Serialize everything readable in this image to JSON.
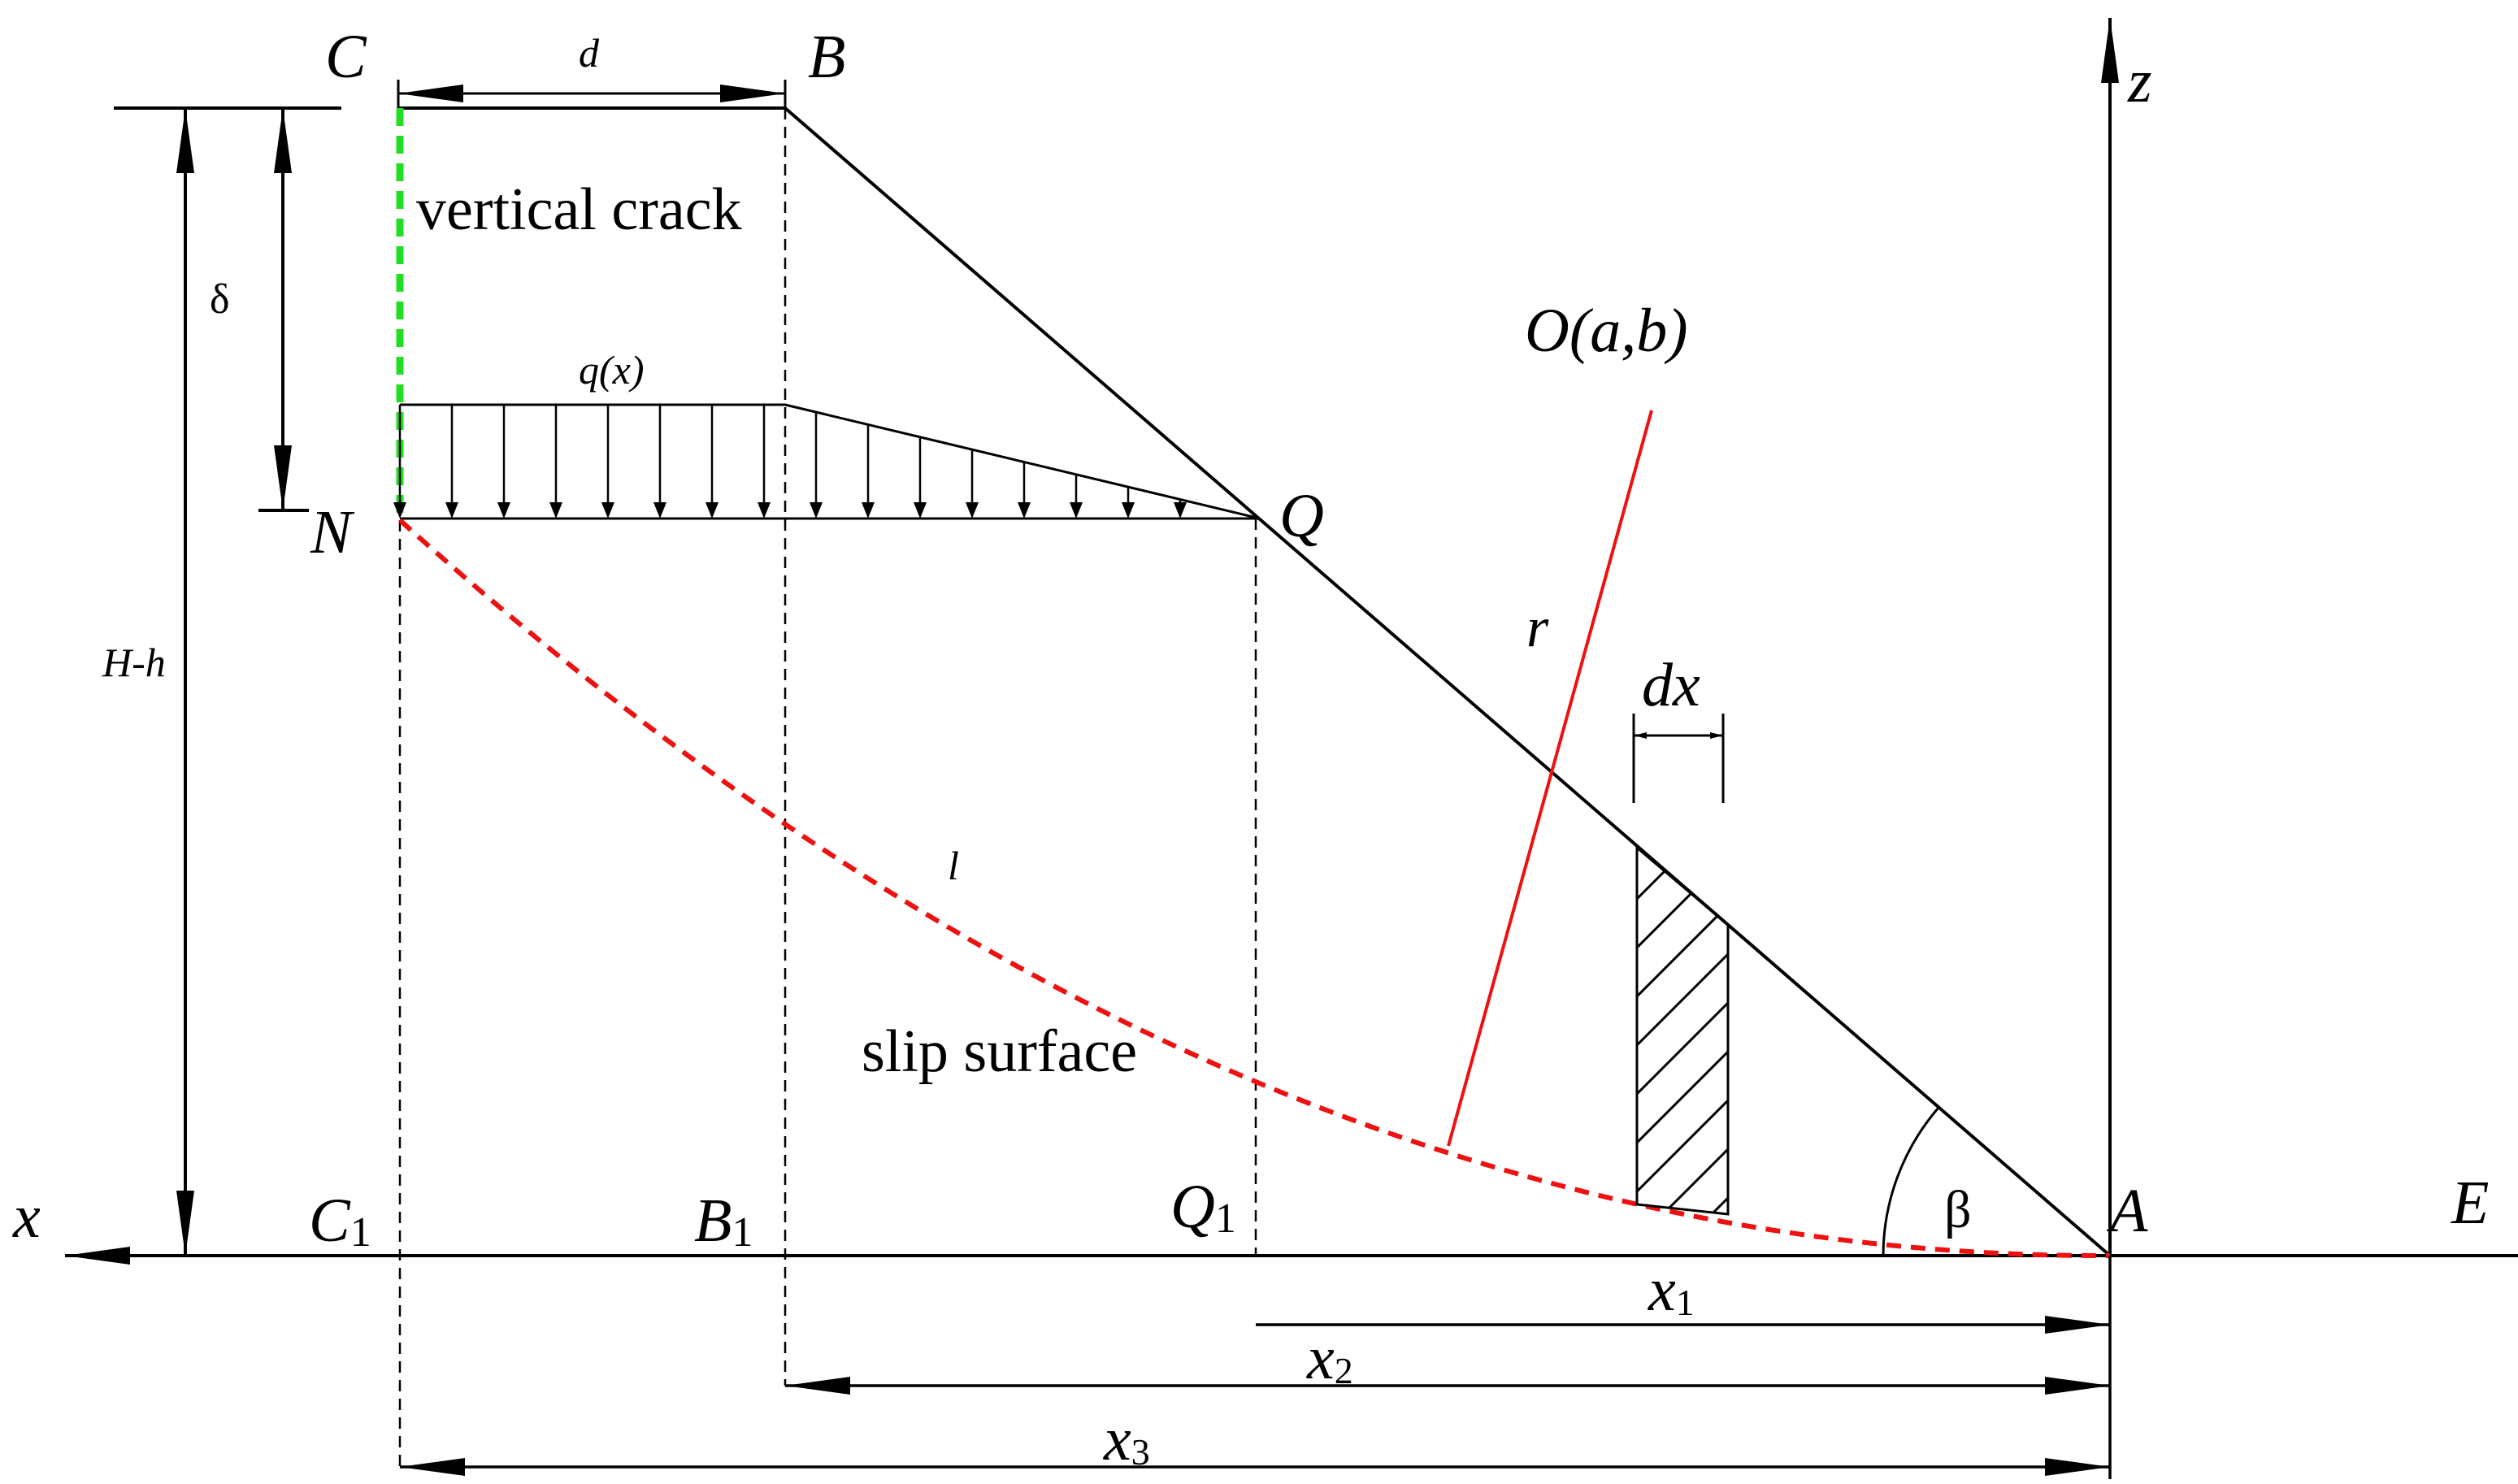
{
  "labels": {
    "C": "C",
    "B": "B",
    "d": "d",
    "z": "z",
    "vertical_crack": "vertical crack",
    "delta": "δ",
    "O": "O(a,b)",
    "q": "q(x)",
    "N": "N",
    "Q": "Q",
    "H_h": "H-h",
    "r": "r",
    "dx": "dx",
    "l": "l",
    "slip_surface": "slip surface",
    "beta": "β",
    "x_axis": "x",
    "C1_base": "C",
    "C1_sub": "1",
    "B1_base": "B",
    "B1_sub": "1",
    "Q1_base": "Q",
    "Q1_sub": "1",
    "A": "A",
    "E": "E",
    "x1_base": "x",
    "x1_sub": "1",
    "x2_base": "x",
    "x2_sub": "2",
    "x3_base": "x",
    "x3_sub": "3"
  },
  "colors": {
    "line": "#000000",
    "crack": "#22dd22",
    "slip": "#ee1111",
    "radius": "#ee1111"
  }
}
